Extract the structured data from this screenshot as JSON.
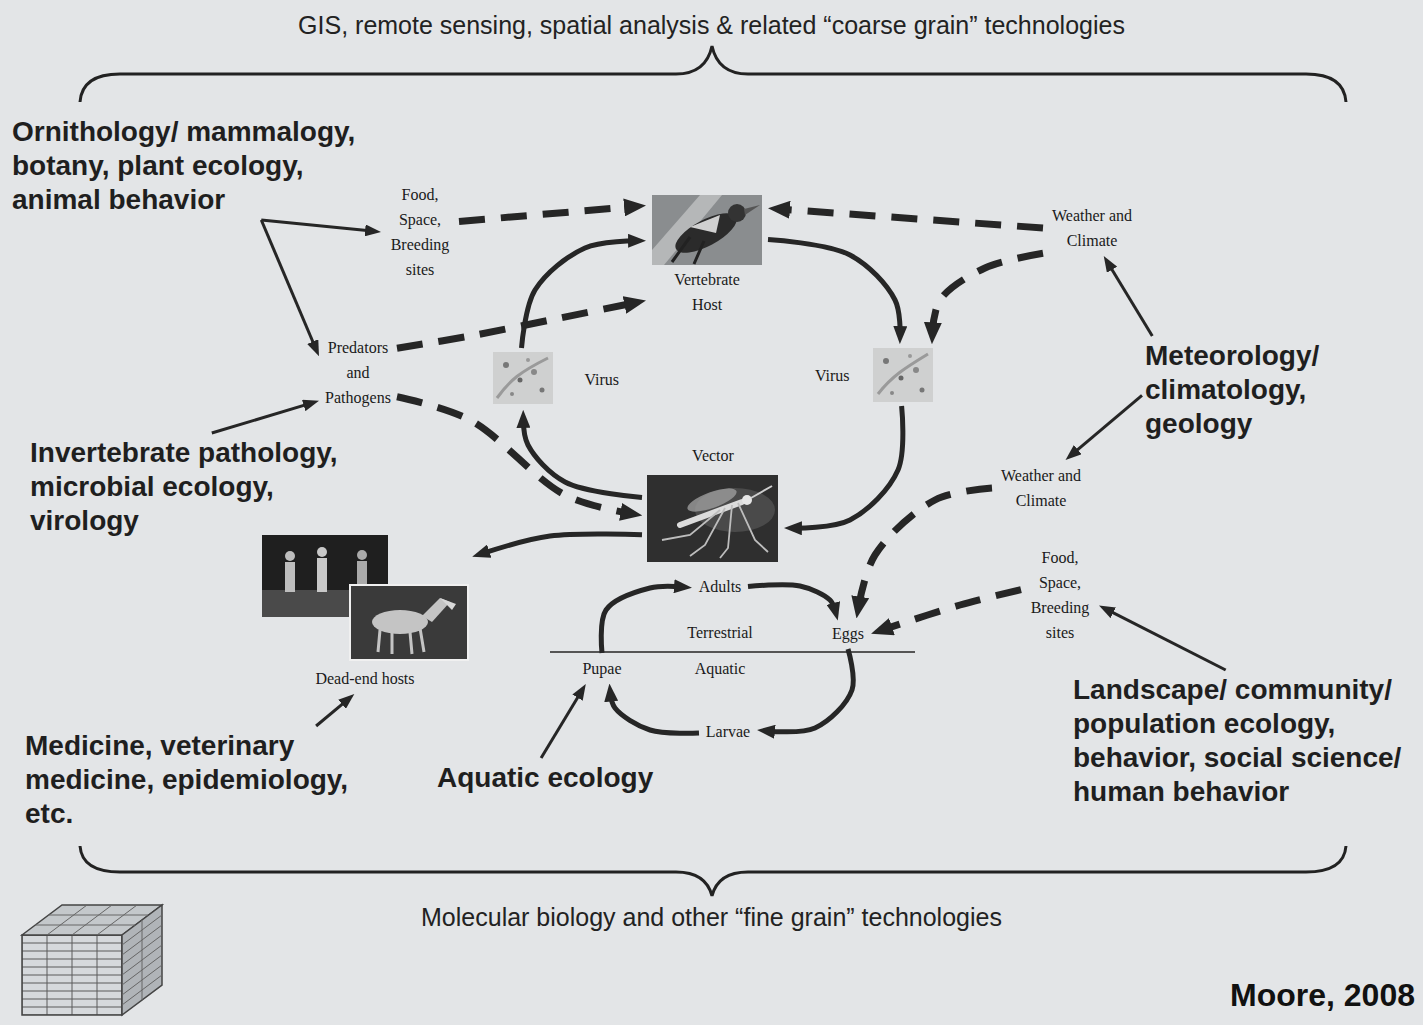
{
  "diagram": {
    "nodes": [
      {
        "text": [
          "Ornithology/ mammalogy, botany, plant ecology, animal behavior"
        ]
      },
      {
        "text": [
          "Food, Space, Breeding sites"
        ]
      },
      {
        "text": [
          "Predators and Pathogens"
        ]
      },
      {
        "text": [
          "Invertebrate pathology, microbial ecology, virology"
        ]
      },
      {
        "text": [
          "Vertebrate Host"
        ]
      },
      {
        "text": [
          "Virus"
        ]
      },
      {
        "text": [
          "Virus"
        ]
      },
      {
        "text": [
          "Vector"
        ]
      },
      {
        "text": [
          "Adults"
        ]
      },
      {
        "text": [
          "Eggs"
        ]
      },
      {
        "text": [
          "Larvae"
        ]
      },
      {
        "text": [
          "Pupae"
        ]
      },
      {
        "text": [
          "Dead-end hosts"
        ]
      },
      {
        "text": [
          "Weather and Climate"
        ]
      },
      {
        "text": [
          "Meteorology/ climatology, geology"
        ]
      },
      {
        "text": [
          "Weather and Climate"
        ]
      },
      {
        "text": [
          "Food, Space, Breeding sites"
        ]
      },
      {
        "text": [
          "Landscape/ community/ population ecology, behavior, social science/ human behavior"
        ]
      },
      {
        "text": [
          "Medicine, veterinary medicine, epidemiology, etc."
        ]
      },
      {
        "text": [
          "Aquatic ecology"
        ]
      }
    ],
    "edges": [
      {
        "from": 0,
        "to": 1,
        "arrow": "to"
      },
      {
        "from": 0,
        "to": 2,
        "arrow": "to"
      },
      {
        "from": 1,
        "to": 4,
        "arrow": "to"
      },
      {
        "from": 2,
        "to": 4,
        "arrow": "to"
      },
      {
        "from": 2,
        "to": 7,
        "arrow": "to"
      },
      {
        "from": 3,
        "to": 2,
        "arrow": "to"
      },
      {
        "from": 4,
        "to": 6,
        "arrow": "to"
      },
      {
        "from": 6,
        "to": 7,
        "arrow": "to"
      },
      {
        "from": 7,
        "to": 5,
        "arrow": "to"
      },
      {
        "from": 5,
        "to": 4,
        "arrow": "to"
      },
      {
        "from": 7,
        "to": 12,
        "arrow": "to"
      },
      {
        "from": 13,
        "to": 4,
        "arrow": "to"
      },
      {
        "from": 13,
        "to": 6,
        "arrow": "to"
      },
      {
        "from": 14,
        "to": 13,
        "arrow": "to"
      },
      {
        "from": 14,
        "to": 15,
        "arrow": "to"
      },
      {
        "from": 15,
        "to": 9,
        "arrow": "to"
      },
      {
        "from": 16,
        "to": 9,
        "arrow": "to"
      },
      {
        "from": 17,
        "to": 16,
        "arrow": "to"
      },
      {
        "from": 8,
        "to": 9,
        "arrow": "to"
      },
      {
        "from": 9,
        "to": 10,
        "arrow": "to"
      },
      {
        "from": 10,
        "to": 11,
        "arrow": "to"
      },
      {
        "from": 11,
        "to": 8,
        "arrow": "to"
      },
      {
        "from": 18,
        "to": 12,
        "arrow": "to"
      },
      {
        "from": 19,
        "to": 11,
        "arrow": "to"
      }
    ],
    "labels": [
      "GIS, remote sensing, spatial analysis & related “coarse grain” technologies",
      "Terrestrial",
      "Aquatic",
      "Molecular biology and other “fine grain” technologies",
      "Moore, 2008"
    ]
  }
}
